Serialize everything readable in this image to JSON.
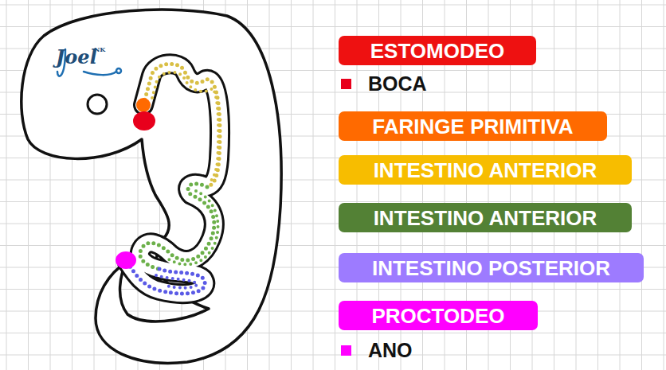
{
  "diagram": {
    "nodes": [
      {
        "text": [
          "ESTOMODEO"
        ]
      },
      {
        "text": [
          "FARINGE PRIMITIVA"
        ]
      },
      {
        "text": [
          "INTESTINO ANTERIOR"
        ]
      },
      {
        "text": [
          "INTESTINO ANTERIOR"
        ]
      },
      {
        "text": [
          "INTESTINO POSTERIOR"
        ]
      },
      {
        "text": [
          "PROCTODEO"
        ]
      }
    ],
    "labels": [
      "Joel",
      "NK"
    ],
    "legend": [
      {
        "text": "BOCA",
        "color": "#e8001c"
      },
      {
        "text": "ANO",
        "color": "#ff00ff"
      }
    ]
  }
}
